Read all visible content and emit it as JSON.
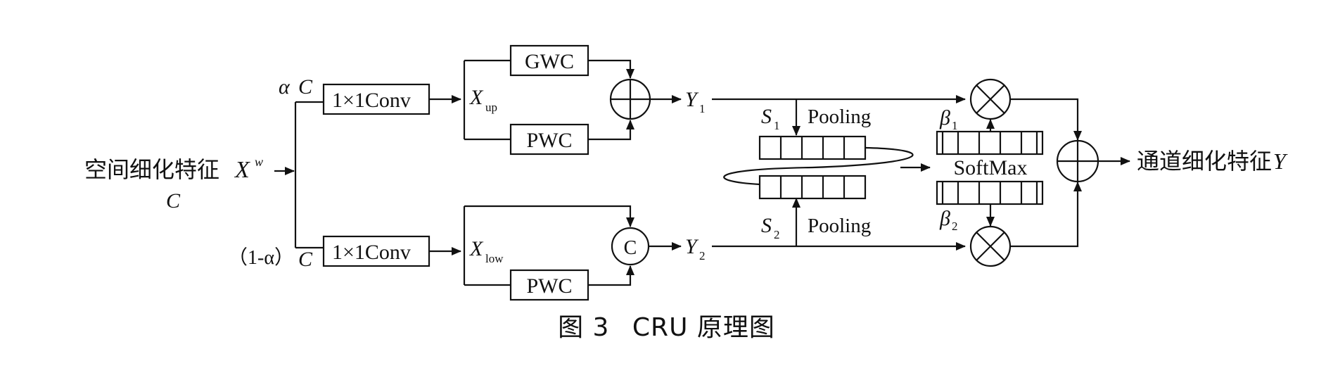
{
  "input": {
    "label": "空间细化特征",
    "symbol": "X",
    "sup": "w",
    "channels": "C"
  },
  "upper": {
    "ratio_prefix": "α",
    "ratio_c": "C",
    "conv": "1×1Conv",
    "xsym": "X",
    "xsub": "up",
    "gwc": "GWC",
    "pwc": "PWC",
    "ysym": "Y",
    "ysub": "1"
  },
  "lower": {
    "ratio_prefix": "（1-α）",
    "ratio_c": "C",
    "conv": "1×1Conv",
    "xsym": "X",
    "xsub": "low",
    "concat": "C",
    "pwc": "PWC",
    "ysym": "Y",
    "ysub": "2"
  },
  "fusion": {
    "s1": "S",
    "s1_sub": "1",
    "s2": "S",
    "s2_sub": "2",
    "pool1": "Pooling",
    "pool2": "Pooling",
    "softmax": "SoftMax",
    "b1": "β",
    "b1_sub": "1",
    "b2": "β",
    "b2_sub": "2"
  },
  "output": {
    "label": "通道细化特征",
    "symbol": "Y"
  },
  "caption": {
    "fig": "图 3",
    "title": "CRU 原理图"
  }
}
